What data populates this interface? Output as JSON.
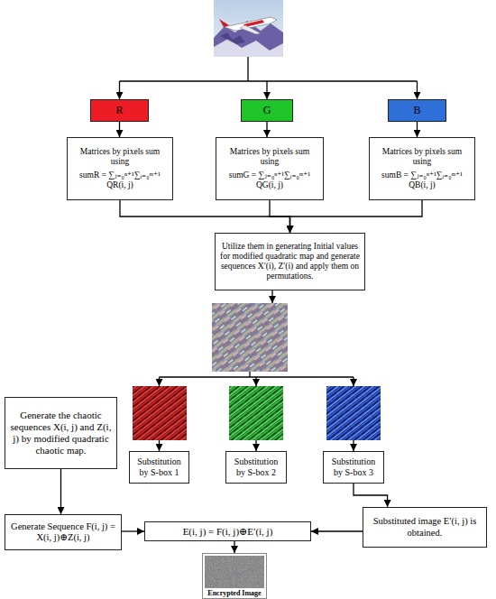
{
  "diagram": {
    "nodes": [
      {
        "text": [
          "R"
        ]
      },
      {
        "text": [
          "G"
        ]
      },
      {
        "text": [
          "B"
        ]
      },
      {
        "text": [
          "Matrices by pixels sum using",
          "sumR = ∑ⱼ₌₀ⁿ⁺¹∑ᵢ₌₀ᵐ⁺¹ QR(i, j)"
        ]
      },
      {
        "text": [
          "Matrices by pixels sum using",
          "sumG = ∑ⱼ₌₀ⁿ⁺¹∑ᵢ₌₀ᵐ⁺¹ QG(i, j)"
        ]
      },
      {
        "text": [
          "Matrices by pixels sum using",
          "sumB = ∑ⱼ₌₀ⁿ⁺¹∑ᵢ₌₀ᵐ⁺¹ QB(i, j)"
        ]
      },
      {
        "text": [
          "Utilize them in generating Initial values for modified quadratic map and generate sequences X′(i), Z′(i) and apply them on permutations."
        ]
      },
      {
        "text": [
          "Generate the chaotic sequences X(i, j) and Z(i, j) by modified quadratic chaotic map."
        ]
      },
      {
        "text": [
          "Substitution by S-box 1"
        ]
      },
      {
        "text": [
          "Substitution by S-box 2"
        ]
      },
      {
        "text": [
          "Substitution by S-box 3"
        ]
      },
      {
        "text": [
          "Generate Sequence F(i, j) = X(i, j)⊕Z(i, j)"
        ]
      },
      {
        "text": [
          "E(i, j) = F(i, j)⊕E′(i, j)"
        ]
      },
      {
        "text": [
          "Substituted image E′(i, j) is obtained."
        ]
      },
      {
        "text": [
          "Encrypted Image"
        ]
      }
    ],
    "edges": [
      {
        "from": 0,
        "to": 3,
        "arrow": "to"
      },
      {
        "from": 1,
        "to": 4,
        "arrow": "to"
      },
      {
        "from": 2,
        "to": 5,
        "arrow": "to"
      },
      {
        "from": 3,
        "to": 6,
        "arrow": "to"
      },
      {
        "from": 4,
        "to": 6,
        "arrow": "to"
      },
      {
        "from": 5,
        "to": 6,
        "arrow": "to"
      },
      {
        "from": 7,
        "to": 11,
        "arrow": "to"
      },
      {
        "from": 11,
        "to": 12,
        "arrow": "to"
      },
      {
        "from": 10,
        "to": 13,
        "arrow": "to"
      },
      {
        "from": 13,
        "to": 12,
        "arrow": "to"
      },
      {
        "from": 12,
        "to": 14,
        "arrow": "to"
      }
    ]
  }
}
